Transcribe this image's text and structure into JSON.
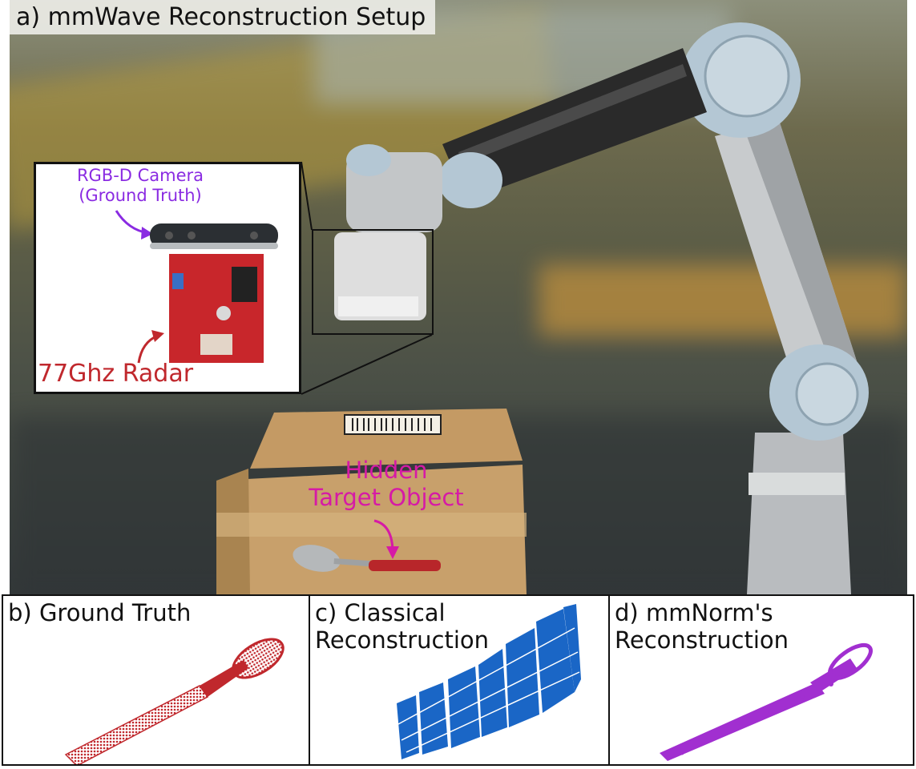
{
  "figure": {
    "title": "a) mmWave Reconstruction Setup",
    "inset": {
      "camera_label": "RGB-D Camera\n(Ground Truth)",
      "radar_label": "77Ghz Radar"
    },
    "box_label": "Hidden\nTarget Object",
    "panels": [
      {
        "title": "b) Ground Truth",
        "color": "#c0282d"
      },
      {
        "title": "c) Classical\nReconstruction",
        "color": "#1a66c6"
      },
      {
        "title": "d) mmNorm's\nReconstruction",
        "color": "#a12fd0"
      }
    ],
    "colors": {
      "camera_label": "#8a2be2",
      "radar_label": "#c0282d",
      "box_label": "#d61aa6"
    }
  }
}
